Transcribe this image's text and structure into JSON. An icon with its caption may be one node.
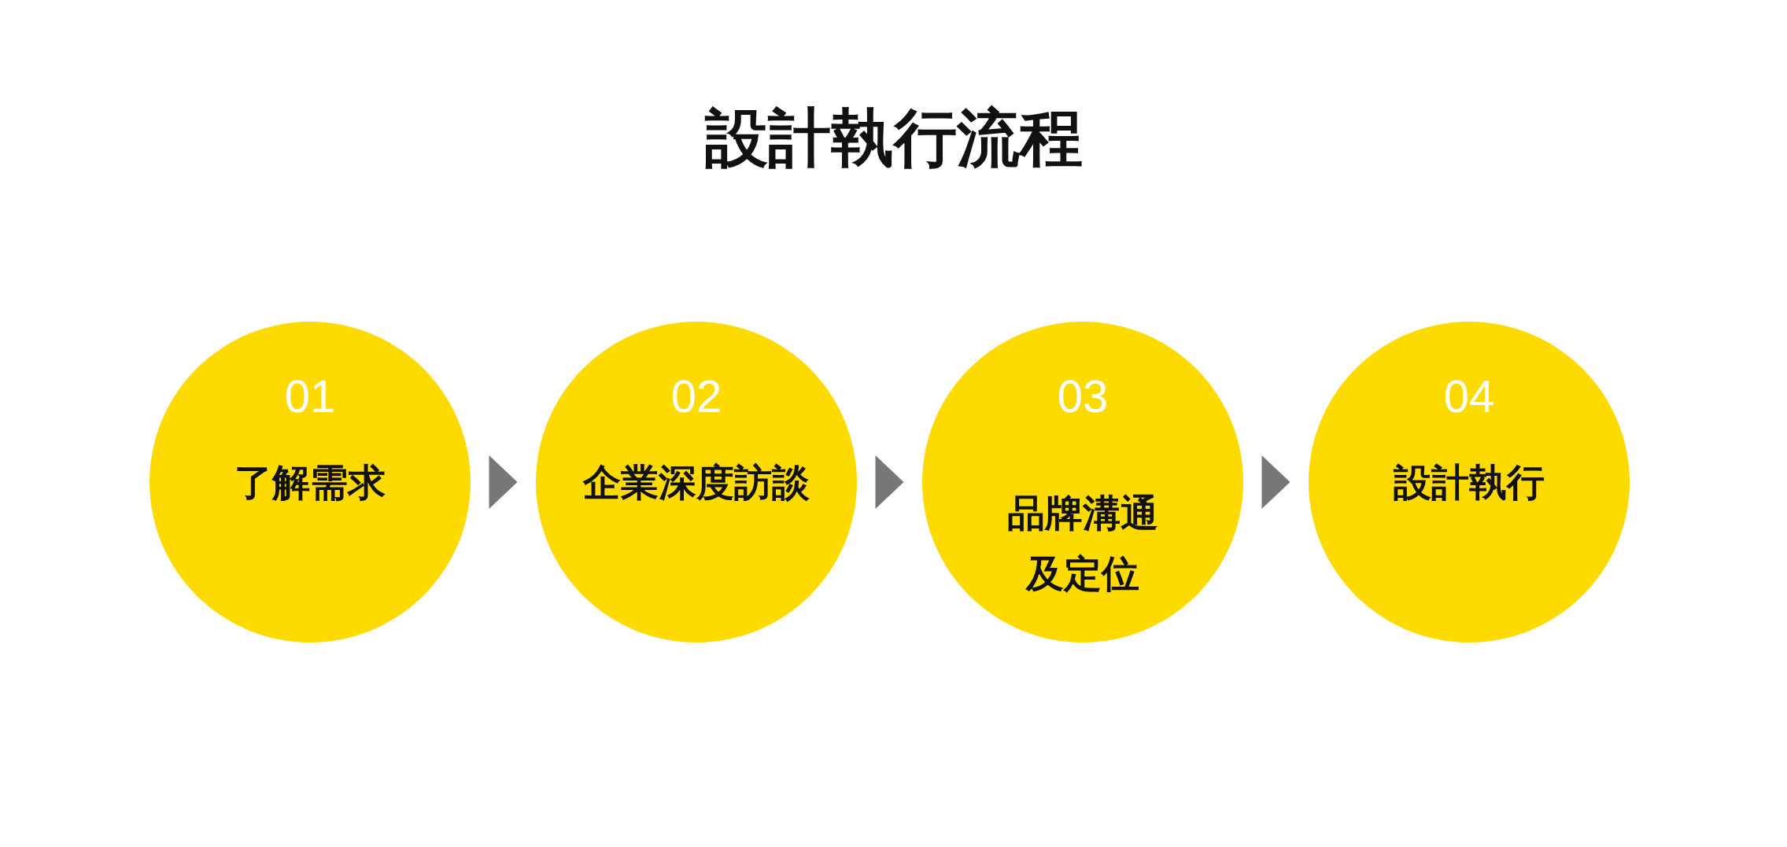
{
  "diagram": {
    "title": "設計執行流程",
    "nodes": [
      {
        "text": [
          "01",
          "了解需求"
        ]
      },
      {
        "text": [
          "02",
          "企業深度訪談"
        ]
      },
      {
        "text": [
          "03",
          "品牌溝通及定位"
        ]
      },
      {
        "text": [
          "04",
          "設計執行"
        ]
      }
    ],
    "edges": [
      {
        "from": 0,
        "to": 1,
        "arrow": "to"
      },
      {
        "from": 1,
        "to": 2,
        "arrow": "to"
      },
      {
        "from": 2,
        "to": 3,
        "arrow": "to"
      }
    ]
  }
}
